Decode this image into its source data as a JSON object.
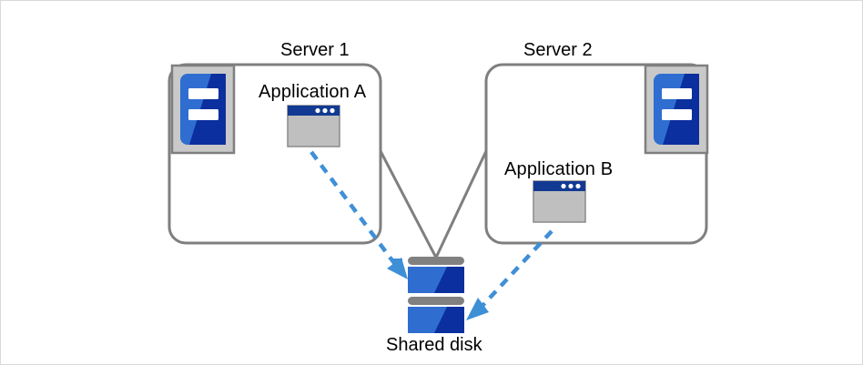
{
  "diagram": {
    "title_type": "cluster-shared-disk-architecture",
    "background_color": "#ffffff",
    "border_color": "#d9d9d9",
    "servers": [
      {
        "id": "server-1",
        "label": "Server 1",
        "application": {
          "label": "Application A",
          "icon": "application-window-icon"
        },
        "icon": "server-rack-icon"
      },
      {
        "id": "server-2",
        "label": "Server 2",
        "application": {
          "label": "Application B",
          "icon": "application-window-icon"
        },
        "icon": "server-rack-icon"
      }
    ],
    "storage": {
      "id": "shared-disk",
      "label": "Shared disk",
      "icon": "disk-stack-icon",
      "units": 2
    },
    "connections": [
      {
        "from": "server-1",
        "to": "shared-disk",
        "style": "solid",
        "color": "#7f7f7f"
      },
      {
        "from": "server-2",
        "to": "shared-disk",
        "style": "solid",
        "color": "#7f7f7f"
      },
      {
        "from": "Application A",
        "to": "shared-disk",
        "style": "dashed-arrow",
        "color": "#3f8fd6"
      },
      {
        "from": "Application B",
        "to": "shared-disk",
        "style": "dashed-arrow",
        "color": "#3f8fd6"
      }
    ],
    "colors": {
      "outline_gray": "#7f7f7f",
      "icon_frame_gray": "#c9c9c9",
      "icon_blue_light": "#2f6ed0",
      "icon_blue_dark": "#0b2f9e",
      "window_titlebar": "#123a93",
      "window_body": "#bfbfbf",
      "arrow_blue": "#3f8fd6",
      "disk_bar_gray": "#808080",
      "text_black": "#000000"
    }
  }
}
